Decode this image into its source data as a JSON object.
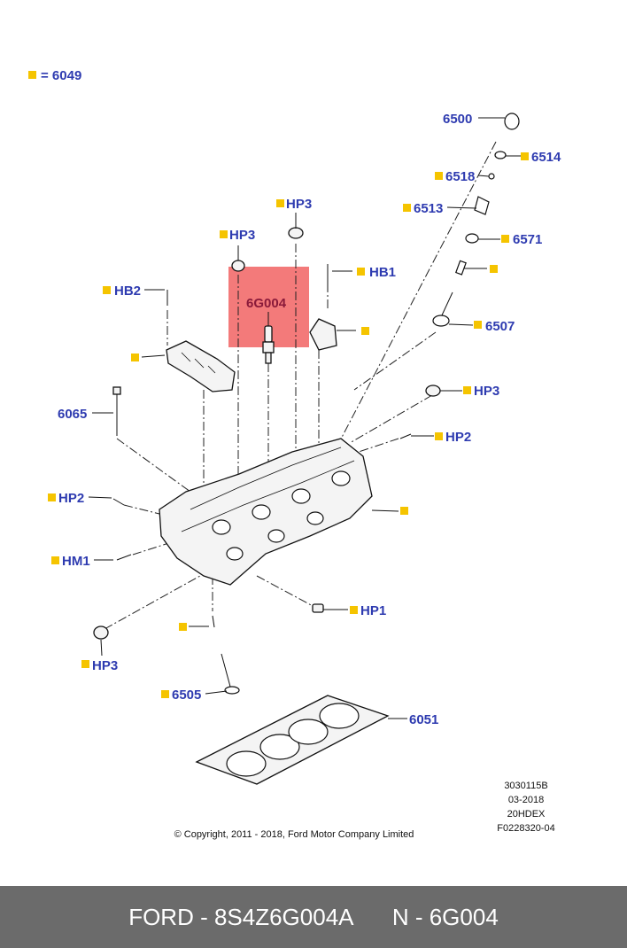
{
  "legend": {
    "marker_color": "#f5c400",
    "text": "= 6049"
  },
  "labels": {
    "p6500": "6500",
    "p6514": "6514",
    "p6518": "6518",
    "p6513": "6513",
    "p6571": "6571",
    "p6507": "6507",
    "hp3_a": "HP3",
    "hp3_b": "HP3",
    "hp3_c": "HP3",
    "hp3_d": "HP3",
    "hb1": "HB1",
    "hb2": "HB2",
    "highlight": "6G004",
    "p6065": "6065",
    "hp2_a": "HP2",
    "hp2_b": "HP2",
    "hm1": "HM1",
    "hp1": "HP1",
    "p6505": "6505",
    "p6051": "6051"
  },
  "info_block": [
    "3030115B",
    "03-2018",
    "20HDEX",
    "F0228320-04"
  ],
  "copyright": "© Copyright, 2011 - 2018,  Ford Motor Company Limited",
  "highlight_color": "#f26b6b",
  "label_color": "#2e3bb0",
  "footer": {
    "brand_part": "FORD - 8S4Z6G004A",
    "ref": "N - 6G004"
  }
}
